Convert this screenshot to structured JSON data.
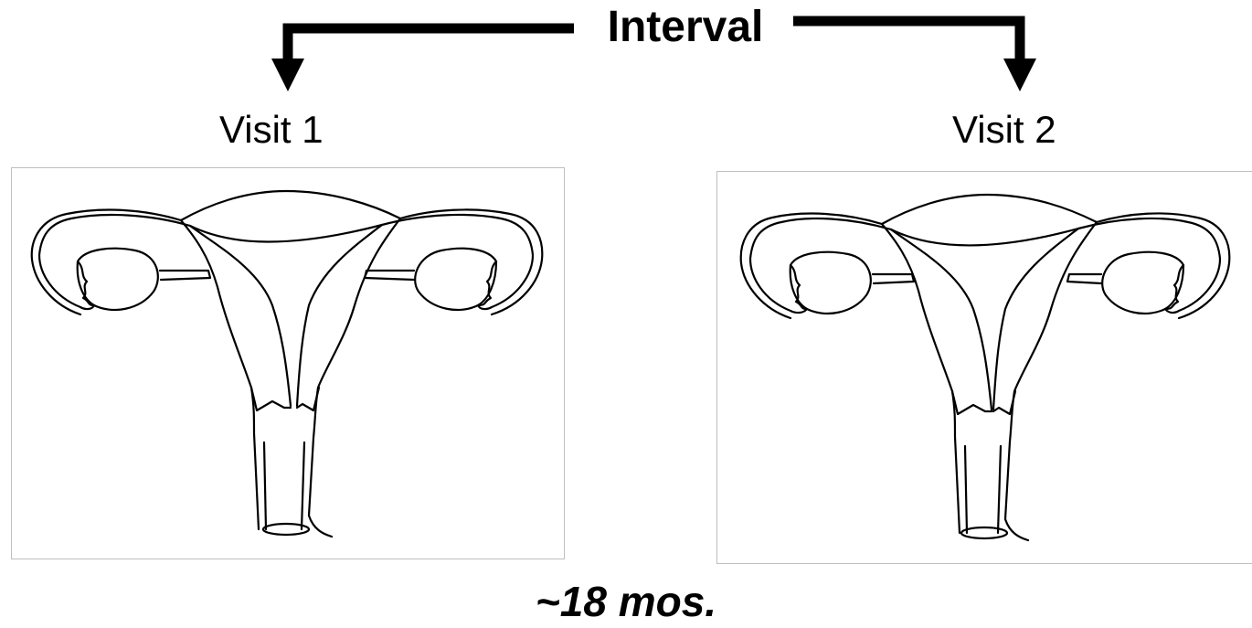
{
  "header": {
    "interval_label": "Interval"
  },
  "visits": [
    {
      "label": "Visit 1"
    },
    {
      "label": "Visit 2"
    }
  ],
  "footer": {
    "duration_label": "~18 mos."
  },
  "colors": {
    "stroke": "#000000",
    "panel_border": "#bfbfbf",
    "background": "#ffffff"
  },
  "icons": {
    "arrow": "down-arrow-icon",
    "illustration": "uterus-illustration"
  }
}
